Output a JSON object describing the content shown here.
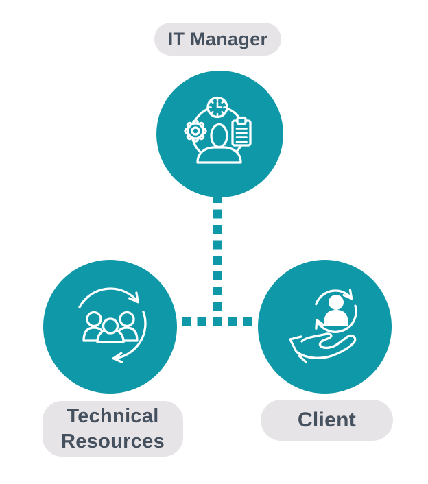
{
  "colors": {
    "teal": "#0E98A8",
    "pill_background": "#E7E4E8",
    "label_text": "#45515E",
    "icon_stroke": "#FFFFFF",
    "background": "#FFFFFF"
  },
  "nodes": {
    "manager": {
      "label": "IT Manager",
      "icon": "manager-tasks-icon"
    },
    "technical_resources": {
      "label": "Technical Resources",
      "label_line1": "Technical",
      "label_line2": "Resources",
      "icon": "team-rotation-icon"
    },
    "client": {
      "label": "Client",
      "icon": "client-hand-icon"
    }
  },
  "connectors": {
    "style": "square-dotted",
    "color": "#0E98A8"
  }
}
